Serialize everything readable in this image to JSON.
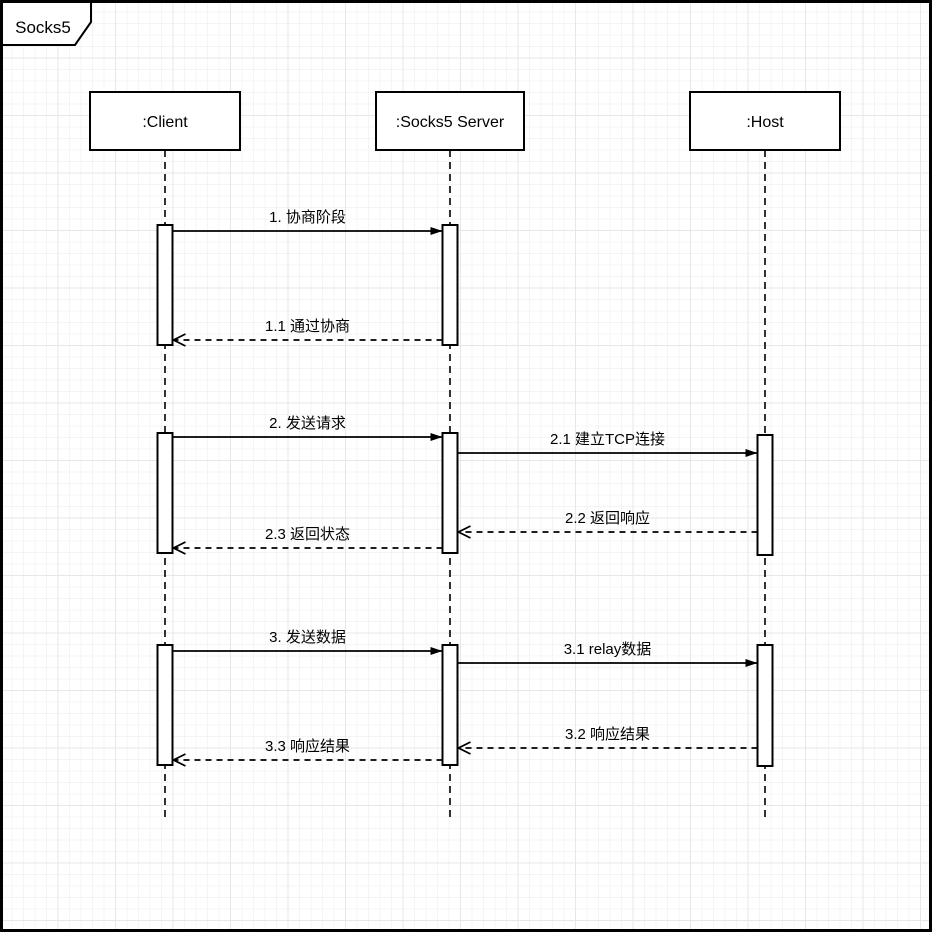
{
  "frame": {
    "title": "Socks5",
    "type": "uml-sequence-diagram"
  },
  "lifelines": [
    {
      "name": ":Client"
    },
    {
      "name": ":Socks5 Server"
    },
    {
      "name": ":Host"
    }
  ],
  "messages": [
    {
      "label": "1. 协商阶段",
      "from": ":Client",
      "to": ":Socks5 Server",
      "style": "solid"
    },
    {
      "label": "1.1 通过协商",
      "from": ":Socks5 Server",
      "to": ":Client",
      "style": "dashed"
    },
    {
      "label": "2. 发送请求",
      "from": ":Client",
      "to": ":Socks5 Server",
      "style": "solid"
    },
    {
      "label": "2.1 建立TCP连接",
      "from": ":Socks5 Server",
      "to": ":Host",
      "style": "solid"
    },
    {
      "label": "2.2 返回响应",
      "from": ":Host",
      "to": ":Socks5 Server",
      "style": "dashed"
    },
    {
      "label": "2.3 返回状态",
      "from": ":Socks5 Server",
      "to": ":Client",
      "style": "dashed"
    },
    {
      "label": "3. 发送数据",
      "from": ":Client",
      "to": ":Socks5 Server",
      "style": "solid"
    },
    {
      "label": "3.1 relay数据",
      "from": ":Socks5 Server",
      "to": ":Host",
      "style": "solid"
    },
    {
      "label": "3.2 响应结果",
      "from": ":Host",
      "to": ":Socks5 Server",
      "style": "dashed"
    },
    {
      "label": "3.3 响应结果",
      "from": ":Socks5 Server",
      "to": ":Client",
      "style": "dashed"
    }
  ],
  "colors": {
    "stroke": "#000000",
    "shape_fill": "#ffffff",
    "background": "#ffffff",
    "grid_minor": "#f4f4f4",
    "grid_major": "#e7e7e7"
  }
}
